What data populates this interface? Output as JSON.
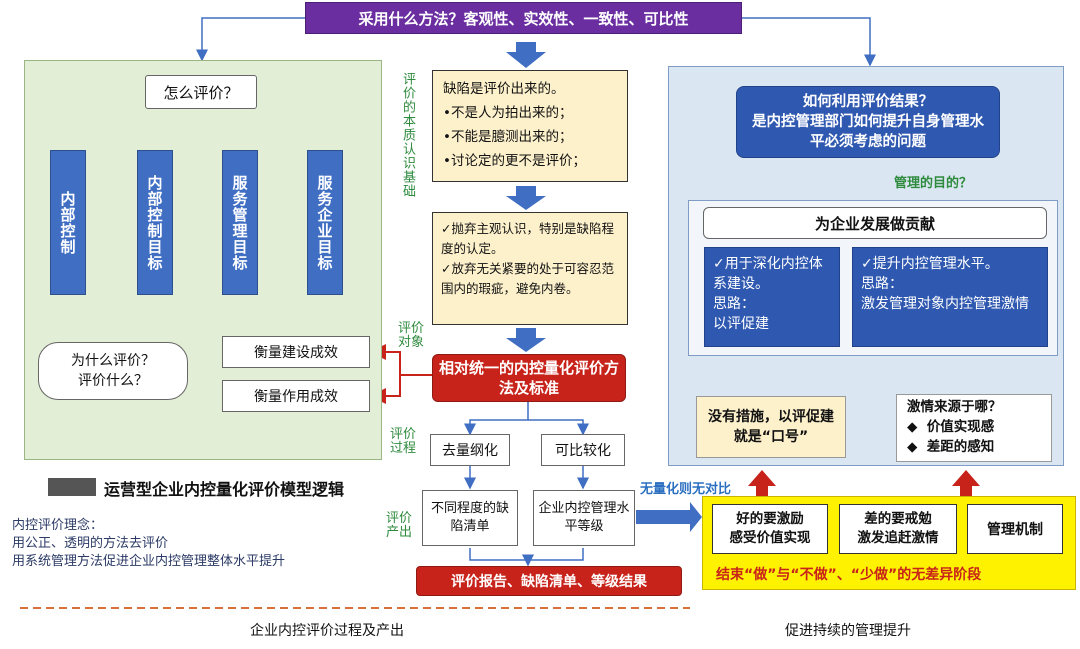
{
  "top_banner": "采用什么方法？客观性、实效性、一致性、可比性",
  "left_panel": {
    "how": "怎么评价？",
    "flow": [
      "内部控制",
      "内部控制目标",
      "服务管理目标",
      "服务企业目标"
    ],
    "why": "为什么评价？\n评价什么？",
    "measure1": "衡量建设成效",
    "measure2": "衡量作用成效"
  },
  "caption": "运营型企业内控量化评价模型逻辑",
  "philosophy": "内控评价理念：\n用公正、透明的方法去评价\n用系统管理方法促进企业内控管理整体水平提升",
  "footer_left": "企业内控评价过程及产出",
  "footer_right": "促进持续的管理提升",
  "center": {
    "label_essence": "评价的本质认识基础",
    "defect_box": "缺陷是评价出来的。\n•不是人为拍出来的；\n•不能是臆测出来的；\n•讨论定的更不是评价；",
    "abandon_box": "✓抛弃主观认识，特别是缺陷程度的认定。\n✓放弃无关紧要的处于可容忍范围内的瑕疵，避免内卷。",
    "label_object": "评价对象",
    "standard": "相对统一的内控量化评价方法及标准",
    "label_process": "评价过程",
    "dequant": "去量纲化",
    "comparable": "可比较化",
    "label_output": "评价产出",
    "defect_list": "不同程度的缺陷清单",
    "levels": "企业内控管理水平等级",
    "report": "评价报告、缺陷清单、等级结果",
    "no_compare": "无量化则无对比"
  },
  "right_panel": {
    "question": "如何利用评价结果？\n是内控管理部门如何提升自身管理水平必须考虑的问题",
    "purpose_label": "管理的目的？",
    "contribute": "为企业发展做贡献",
    "deepen": "✓用于深化内控体系建设。\n思路：\n以评促建",
    "improve": "✓提升内控管理水平。\n思路：\n激发管理对象内控管理激情",
    "slogan": "没有措施，以评促建就是“口号”",
    "passion": "激情来源于哪？\n◆  价值实现感\n◆  差距的感知"
  },
  "yellow_panel": {
    "good": "好的要激励\n感受价值实现",
    "bad": "差的要戒勉\n激发追赶激情",
    "mechanism": "管理机制",
    "ending": "结束“做”与“不做”、“少做”的无差异阶段"
  }
}
